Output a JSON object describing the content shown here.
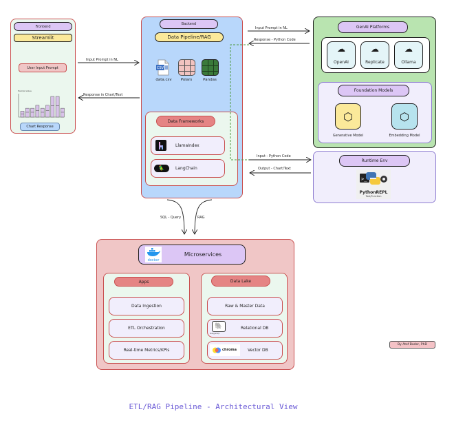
{
  "title": "ETL/RAG Pipeline - Architectural View",
  "credit": "By Atef Bader, PhD",
  "colors": {
    "title_text": "#6b5bd6",
    "frontend_bg": "#ebf7ee",
    "backend_bg": "#b8d7fb",
    "genai_bg": "#b9e4b0",
    "runtime_bg": "#f1eefc",
    "micro_bg": "#f0c6c6",
    "purple_header": "#dcc6f5",
    "yellow_header": "#fbe99a",
    "red_header": "#e58484",
    "dashed_line": "#4c9a3e"
  },
  "frontend": {
    "header": "Frontend",
    "framework": "Streamlit",
    "input_label": "User Input Prompt",
    "chart_title": "Example Values",
    "chart_values": [
      2,
      3,
      3,
      4,
      3,
      4,
      7,
      7,
      3
    ],
    "chart_label": "Chart Response"
  },
  "backend": {
    "header": "Backend",
    "subheader": "Data Pipeline/RAG",
    "tools": [
      {
        "icon": "csv-file-icon",
        "label": "data.csv"
      },
      {
        "icon": "polars-icon",
        "label": "Polars"
      },
      {
        "icon": "pandas-icon",
        "label": "Pandas"
      }
    ],
    "frameworks_header": "Data Frameworks",
    "frameworks": [
      {
        "icon": "llamaindex-icon",
        "label": "LlamaIndex"
      },
      {
        "icon": "langchain-icon",
        "label": "LangChain"
      }
    ]
  },
  "genai": {
    "header": "GenAI Platforms",
    "platforms": [
      {
        "icon": "cloud-server-icon",
        "label": "OpenAI"
      },
      {
        "icon": "cloud-server-icon",
        "label": "Replicate"
      },
      {
        "icon": "cloud-server-icon",
        "label": "Ollama"
      }
    ],
    "models_header": "Foundation Models",
    "models": [
      {
        "icon": "cube-icon",
        "label": "Generative Model"
      },
      {
        "icon": "cube-icon",
        "label": "Embedding Model"
      }
    ]
  },
  "runtime": {
    "header": "Runtime Env",
    "tool_name": "PythonREPL",
    "tool_sub": "Tool/Function"
  },
  "microservices": {
    "header": "Microservices",
    "docker_label": "docker",
    "apps_header": "Apps",
    "apps": [
      "Data Ingestion",
      "ETL Orchestration",
      "Real-time Metrics/KPIs"
    ],
    "lake_header": "Data Lake",
    "lake_items": [
      {
        "label": "Raw & Master Data"
      },
      {
        "label": "Relational DB",
        "icon": "postgresql-icon",
        "icon_text": "PostgreSQL"
      },
      {
        "label": "Vector DB",
        "icon": "chroma-icon",
        "icon_text": "chroma"
      }
    ]
  },
  "arrows": {
    "fe_to_be": "Input Prompt in NL",
    "be_to_fe": "Response in Chart/Text",
    "be_to_genai": "Input Prompt in NL",
    "genai_to_be": "Response - Python Code",
    "be_to_runtime": "Input - Python Code",
    "runtime_to_be": "Output - Chart/Text",
    "sql": "SQL - Query",
    "rag": "RAG"
  }
}
